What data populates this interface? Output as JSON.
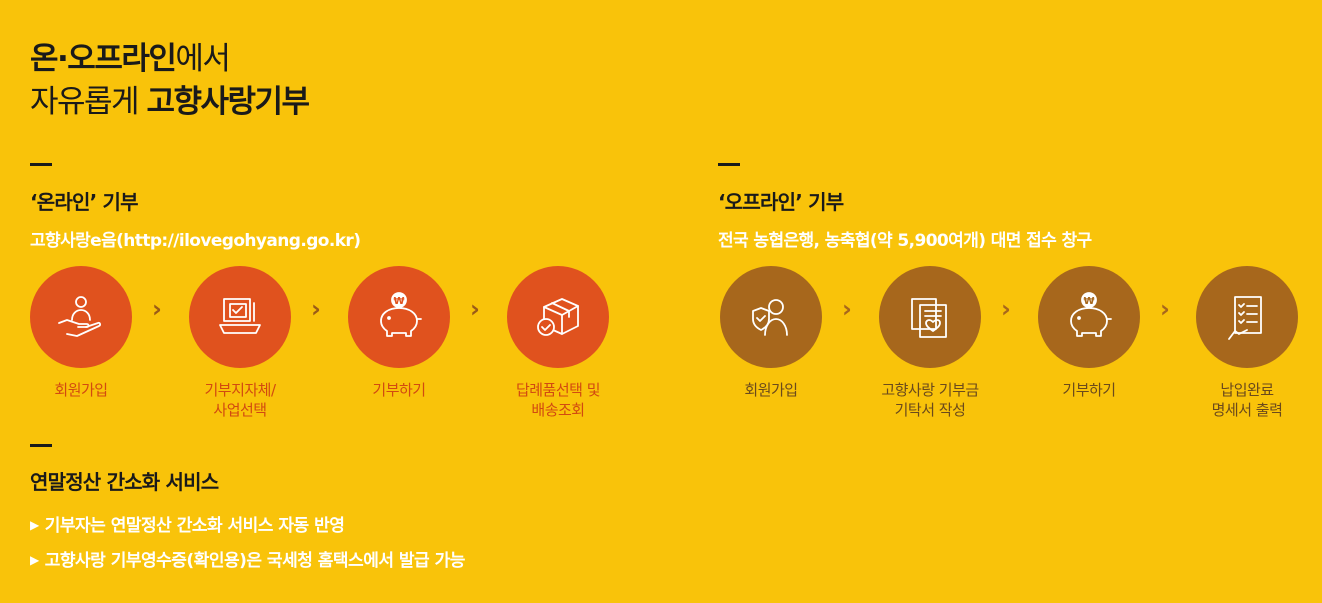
{
  "headline": {
    "line1_bold": "온·오프라인",
    "line1_light": "에서",
    "line2_light": "자유롭게 ",
    "line2_bold": "고향사랑기부"
  },
  "online": {
    "title": "‘온라인’ 기부",
    "subtitle": "고향사랑e음(http://ilovegohyang.go.kr)",
    "steps": [
      {
        "label": "회원가입",
        "icon": "hand-person-icon"
      },
      {
        "label": "기부지자체/\n사업선택",
        "icon": "laptop-check-icon"
      },
      {
        "label": "기부하기",
        "icon": "piggy-bank-won-icon"
      },
      {
        "label": "답례품선택 및\n배송조회",
        "icon": "box-check-icon"
      }
    ]
  },
  "offline": {
    "title": "‘오프라인’ 기부",
    "subtitle": "전국 농협은행, 농축협(약 5,900여개) 대면 접수 창구",
    "steps": [
      {
        "label": "회원가입",
        "icon": "person-shield-icon"
      },
      {
        "label": "고향사랑 기부금\n기탁서 작성",
        "icon": "document-heart-icon"
      },
      {
        "label": "기부하기",
        "icon": "piggy-bank-won-icon"
      },
      {
        "label": "납입완료\n명세서 출력",
        "icon": "checklist-icon"
      }
    ]
  },
  "tax": {
    "title": "연말정산 간소화 서비스",
    "bullet_marker": "▶",
    "bullets": [
      "기부자는 연말정산 간소화 서비스 자동 반영",
      "고향사랑 기부영수증(확인용)은 국세청 홈택스에서 발급 가능"
    ]
  },
  "arrow_glyph": "›",
  "colors": {
    "background": "#f9c30a",
    "online_circle": "#e0521e",
    "offline_circle": "#a7671c",
    "online_label": "#d24a10",
    "offline_label": "#6b4a1c"
  }
}
